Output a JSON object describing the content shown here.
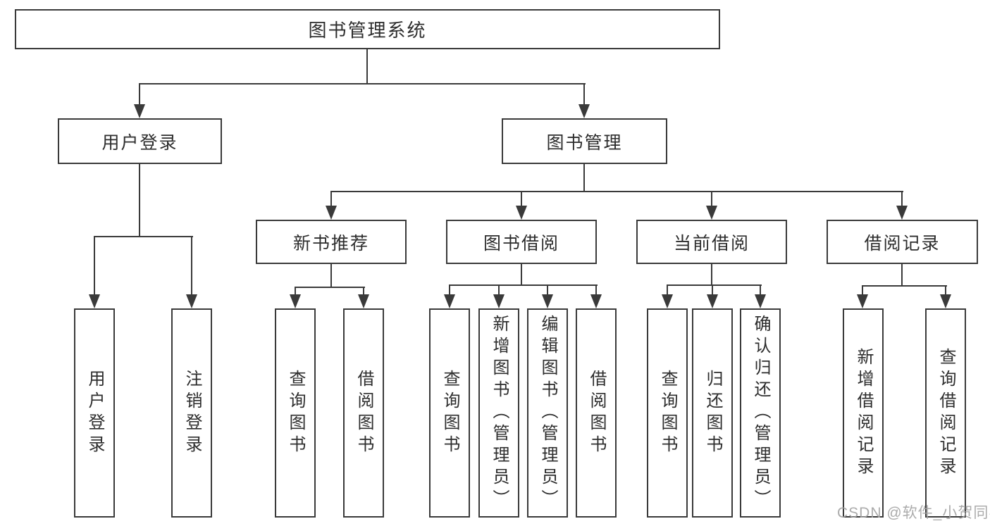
{
  "diagram": {
    "root": "图书管理系统",
    "level2": {
      "user_login": "用户登录",
      "book_mgmt": "图书管理"
    },
    "level3": {
      "new_books": "新书推荐",
      "book_borrow": "图书借阅",
      "current_borrow": "当前借阅",
      "borrow_records": "借阅记录"
    },
    "leaves": {
      "user_login_leaf": "用户登录",
      "logout": "注销登录",
      "nb_query": "查询图书",
      "nb_borrow": "借阅图书",
      "bb_query": "查询图书",
      "bb_add": "新增图书（管理员）",
      "bb_edit": "编辑图书（管理员）",
      "bb_borrow": "借阅图书",
      "cb_query": "查询图书",
      "cb_return": "归还图书",
      "cb_confirm": "确认归还（管理员）",
      "br_add": "新增借阅记录",
      "br_query": "查询借阅记录"
    }
  },
  "watermark": "CSDN @软件_小贺同学",
  "colors": {
    "line": "#3a3a3a",
    "text": "#2d2d2d",
    "watermark": "#a3a3a3",
    "background": "#ffffff"
  }
}
